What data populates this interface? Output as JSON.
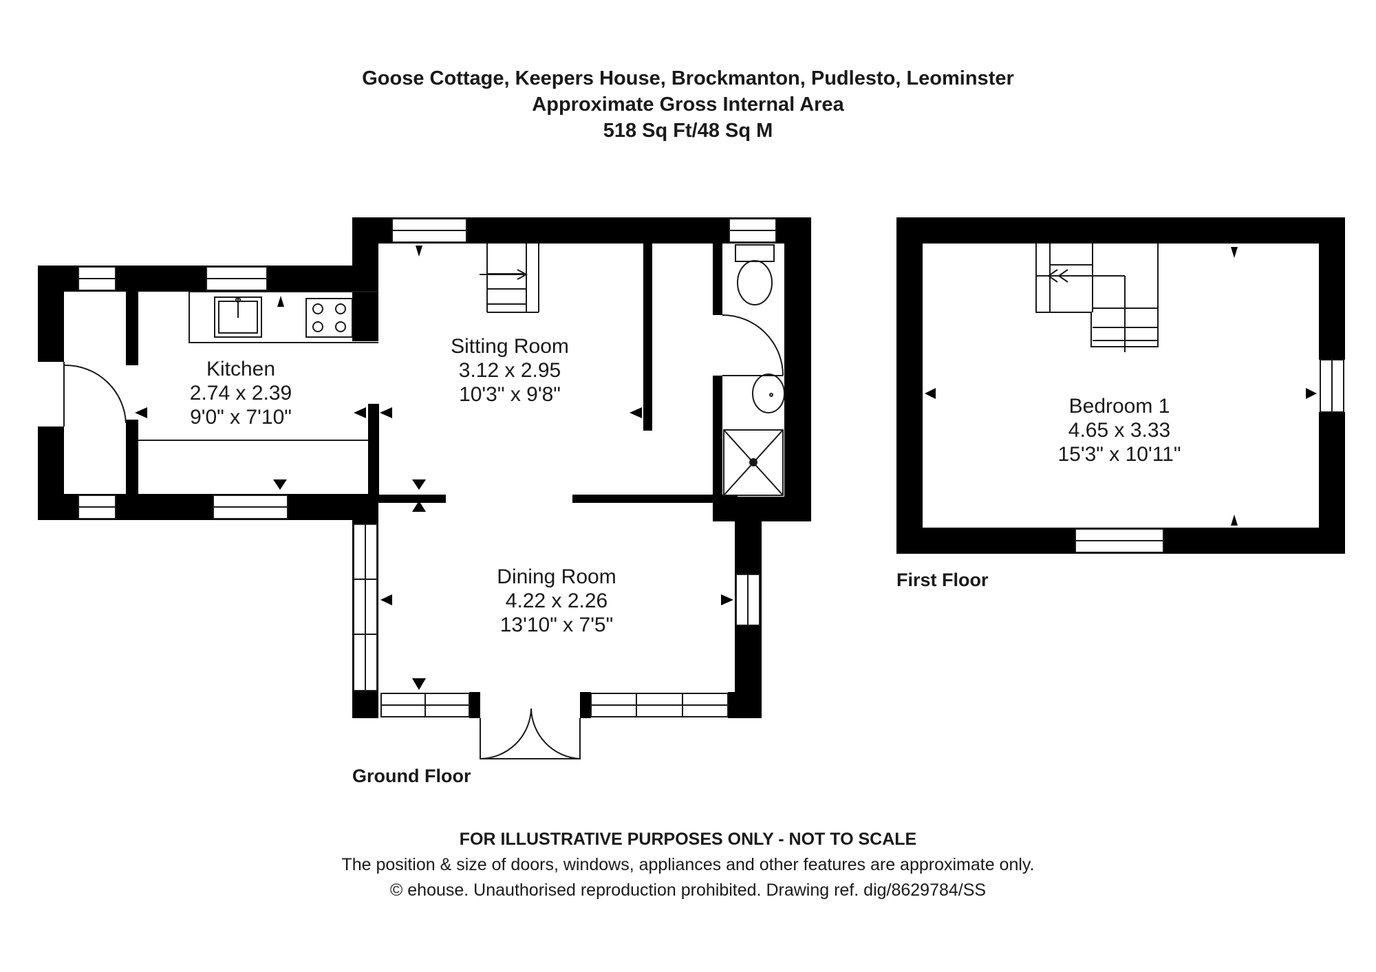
{
  "header": {
    "title": "Goose Cottage, Keepers House, Brockmanton, Pudlesto, Leominster",
    "subtitle": "Approximate Gross Internal Area",
    "area": "518 Sq Ft/48 Sq M"
  },
  "rooms": {
    "kitchen": {
      "name": "Kitchen",
      "metric": "2.74 x 2.39",
      "imperial": "9'0\" x 7'10\""
    },
    "sitting": {
      "name": "Sitting Room",
      "metric": "3.12 x 2.95",
      "imperial": "10'3\" x 9'8\""
    },
    "dining": {
      "name": "Dining Room",
      "metric": "4.22 x 2.26",
      "imperial": "13'10\" x 7'5\""
    },
    "bedroom": {
      "name": "Bedroom 1",
      "metric": "4.65 x 3.33",
      "imperial": "15'3\" x 10'11\""
    }
  },
  "floors": {
    "ground": "Ground Floor",
    "first": "First Floor"
  },
  "footer": {
    "disclaimer": "FOR ILLUSTRATIVE PURPOSES ONLY - NOT TO SCALE",
    "note": "The position & size of doors, windows, appliances and other features are approximate only.",
    "copyright": "© ehouse. Unauthorised reproduction prohibited. Drawing ref. dig/8629784/SS"
  },
  "colors": {
    "wall": "#000000",
    "line": "#1a1a1a",
    "background": "#ffffff"
  }
}
